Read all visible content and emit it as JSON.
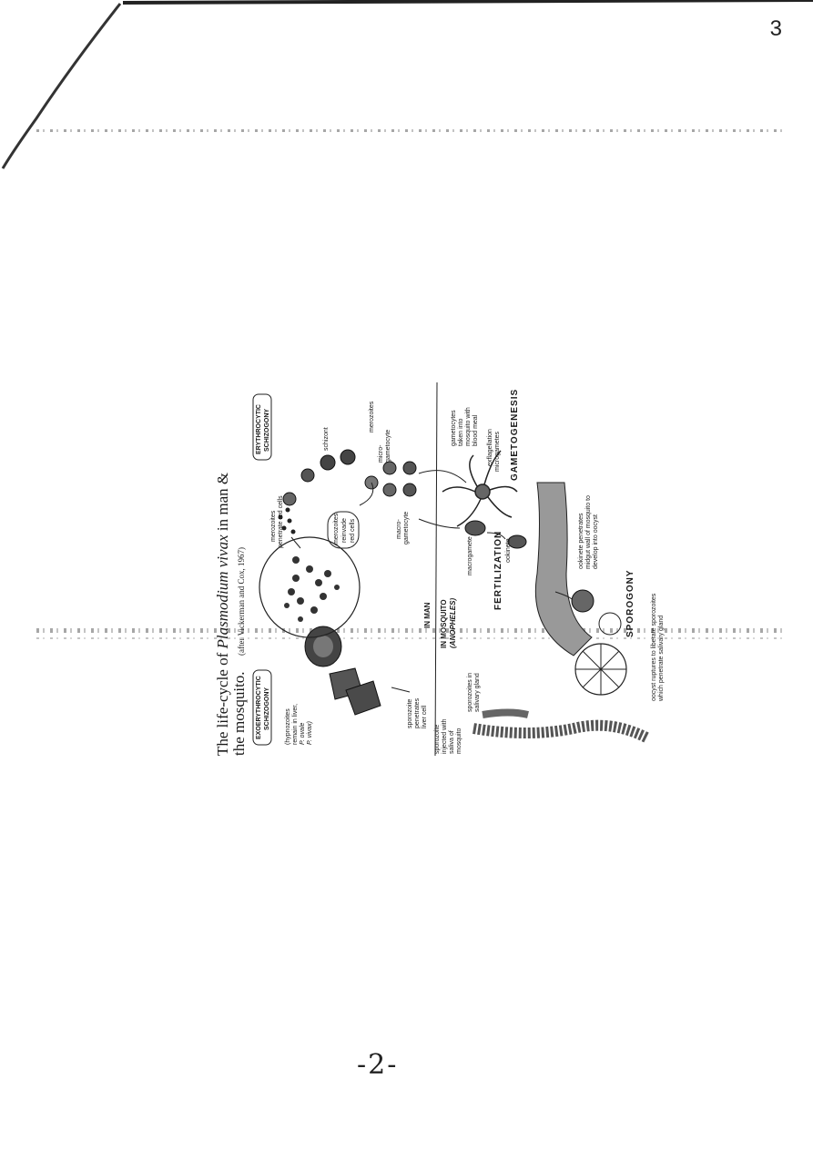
{
  "page": {
    "number": "3",
    "footer": "-2-"
  },
  "figure": {
    "title_prefix": "The life-cycle of ",
    "title_species": "Plasmodium vivax",
    "title_suffix": " in man &",
    "title_line2": "the mosquito.",
    "credit": "(after Vickerman and Cox, 1967)",
    "boxes": {
      "exo": [
        "EXOERYTHROCYTIC",
        "SCHIZOGONY"
      ],
      "ery": [
        "ERYTHROCYTIC",
        "SCHIZOGONY"
      ],
      "merozoites_reinvade": [
        "merozoites",
        "reinvade",
        "red cells"
      ]
    },
    "labels": {
      "hypnozoites": [
        "(hypnozoites",
        "remain in liver,",
        "P. ovale",
        "P. vivax)"
      ],
      "sporozoite_penetrates": [
        "sporozoite",
        "penetrates",
        "liver cell"
      ],
      "sporozoite_injected": [
        "sporozoite",
        "injected with",
        "saliva of",
        "mosquito"
      ],
      "sporozoites_salivary": [
        "sporozoites in",
        "salivary gland"
      ],
      "merozoites_penetrate": [
        "merozoites",
        "penetrate red cells"
      ],
      "schizont": "schizont",
      "merozoites": "merozoites",
      "microgametocyte": [
        "micro-",
        "gametocyte"
      ],
      "macrogametocyte": [
        "macro-",
        "gametocyte"
      ],
      "gametocytes_taken": [
        "gametocytes",
        "taken into",
        "mosquito with",
        "blood meal"
      ],
      "exflagellation": [
        "exflagellation",
        "microgametes"
      ],
      "macrogamete": "macrogamete",
      "ookinete": "ookinete",
      "ookinete_penetrates": [
        "ookinete penetrates",
        "midgut wall of mosquito to",
        "develop into oocyst"
      ],
      "oocyst_ruptures": [
        "oocyst ruptures to liberate sporozoites",
        "which penetrate salivary gland"
      ]
    },
    "headings": {
      "in_man": "IN MAN",
      "in_mosquito": "IN MOSQUITO",
      "anopheles": "(ANOPHELES)",
      "fertilization": "FERTILIZATION",
      "gametogenesis": "GAMETOGENESIS",
      "sporogony": "SPOROGONY"
    }
  }
}
